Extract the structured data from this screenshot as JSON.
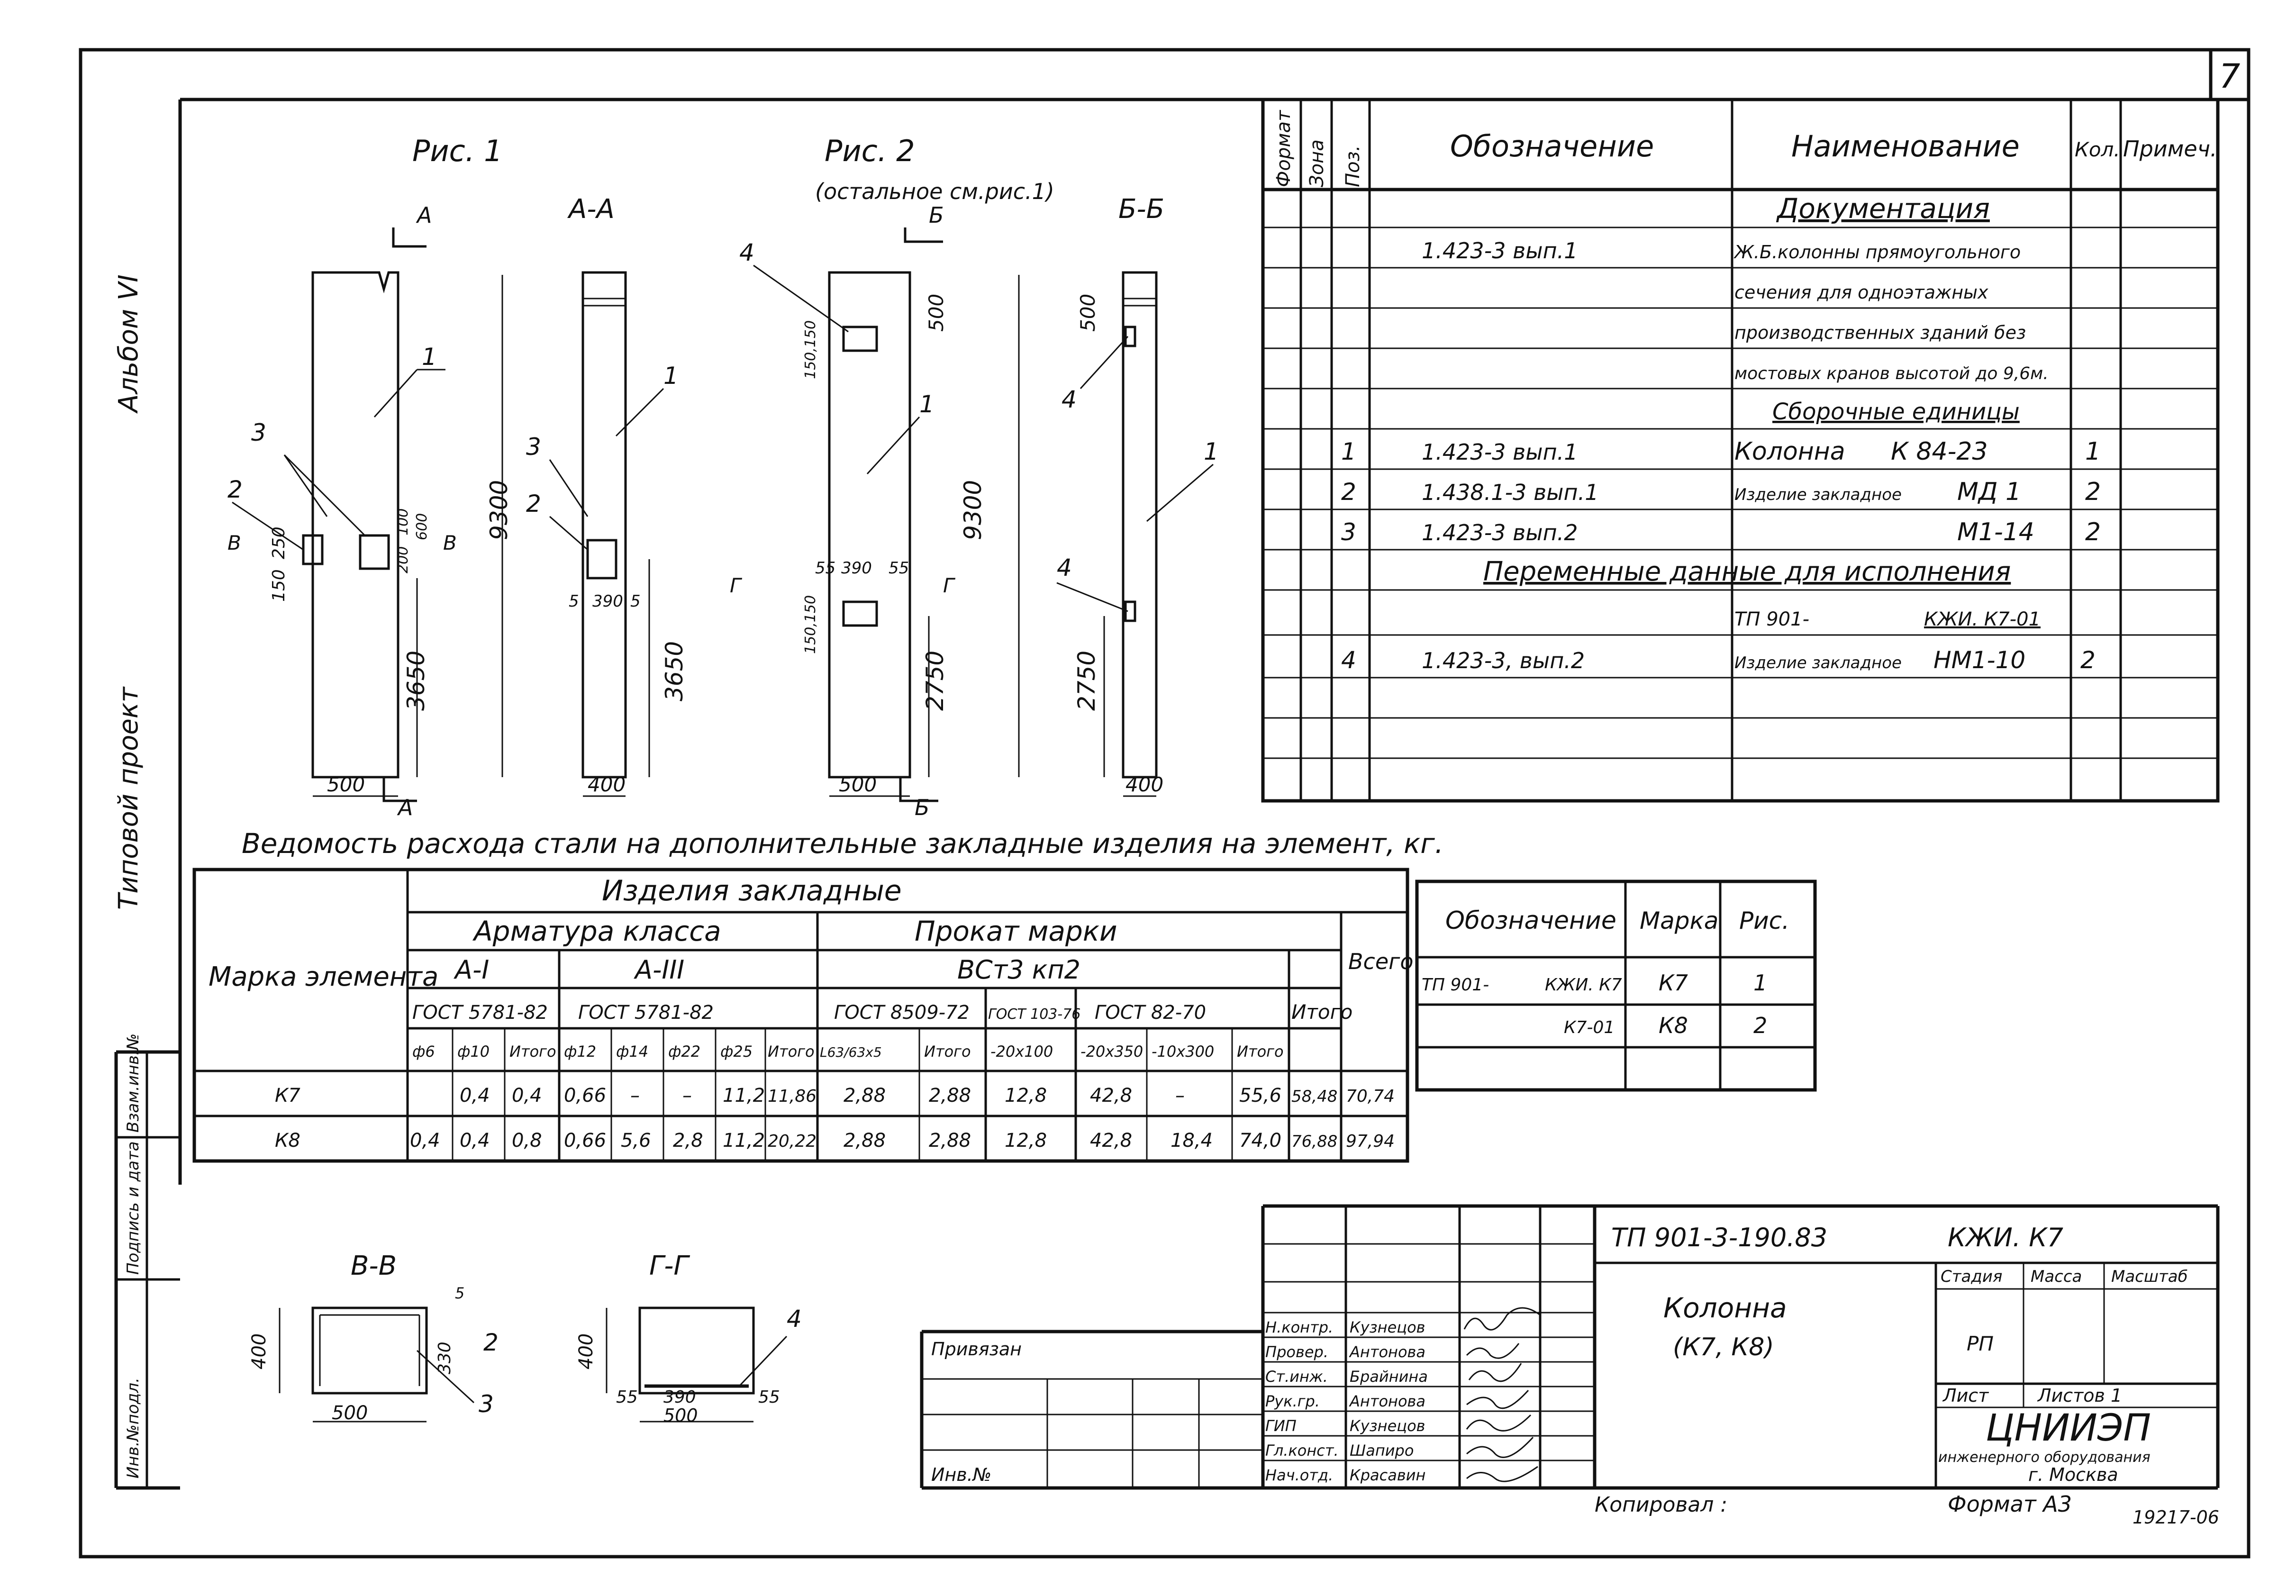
{
  "sheet_number": "7",
  "side_labels": {
    "album": "Альбом VI",
    "project": "Типовой проект",
    "inv_orig": "Инв.№подл.",
    "signature_date": "Подпись и дата",
    "replace_inv": "Взам.инв.№"
  },
  "figures": {
    "fig1": "Рис. 1",
    "fig2": "Рис. 2",
    "fig2_note": "(остальное см.рис.1)",
    "aa": "А-А",
    "bb": "Б-Б",
    "vv": "В-В",
    "gg": "Г-Г",
    "cut_a": "А",
    "cut_b": "Б",
    "cut_v": "В",
    "cut_g": "Г",
    "h9300": "9300",
    "h3650": "3650",
    "h2750": "2750",
    "w500": "500",
    "w400": "400",
    "d500": "500",
    "d150": "150",
    "d250": "250",
    "d100": "100",
    "d600": "600",
    "d200": "200",
    "d390": "390",
    "d5": "5",
    "d55": "55",
    "d330": "330",
    "d150_150": "150,150",
    "p1": "1",
    "p2": "2",
    "p3": "3",
    "p4": "4"
  },
  "spec_table": {
    "headers": [
      "Формат",
      "Зона",
      "Поз.",
      "Обозначение",
      "Наименование",
      "Кол.",
      "Примеч."
    ],
    "section_doc": "Документация",
    "doc_rows": [
      {
        "designation": "1.423-3   вып.1",
        "name": "Ж.Б.колонны прямоугольного"
      },
      {
        "designation": "",
        "name": "сечения для одноэтажных"
      },
      {
        "designation": "",
        "name": "производственных зданий без"
      },
      {
        "designation": "",
        "name": "мостовых кранов высотой до 9,6м."
      }
    ],
    "section_asm": "Сборочные единицы",
    "asm_rows": [
      {
        "pos": "1",
        "designation": "1.423-3  вып.1",
        "name": "Колонна",
        "mark": "К 84-23",
        "qty": "1"
      },
      {
        "pos": "2",
        "designation": "1.438.1-3  вып.1",
        "name": "Изделие закладное",
        "mark": "МД 1",
        "qty": "2"
      },
      {
        "pos": "3",
        "designation": "1.423-3  вып.2",
        "name": "",
        "mark": "М1-14",
        "qty": "2"
      }
    ],
    "section_var": "Переменные данные для исполнения",
    "var_header_left": "ТП 901-",
    "var_header_right": "КЖИ. К7-01",
    "var_rows": [
      {
        "pos": "4",
        "designation": "1.423-3, вып.2",
        "name": "Изделие закладное",
        "mark": "НМ1-10",
        "qty": "2"
      }
    ]
  },
  "steel_table": {
    "title": "Ведомость расхода стали на дополнительные закладные изделия на элемент, кг.",
    "h_items": "Изделия закладные",
    "h_element": "Марка элемента",
    "h_armature": "Арматура класса",
    "h_prokat": "Прокат марки",
    "h_total": "Всего",
    "h_ai": "А-I",
    "h_aiii": "А-III",
    "h_vst": "ВСт3 кп2",
    "h_itogo": "Итого",
    "h_gost1": "ГОСТ 5781-82",
    "h_gost2": "ГОСТ 5781-82",
    "h_gost3": "ГОСТ 8509-72",
    "h_gost4": "ГОСТ 103-76",
    "h_gost5": "ГОСТ 82-70",
    "cols": [
      "ф6",
      "ф10",
      "Итого",
      "ф12",
      "ф14",
      "ф22",
      "ф25",
      "Итого",
      "L63/63х5",
      "Итого",
      "-20х100",
      "-20х350",
      "-10х300",
      "Итого"
    ],
    "rows": [
      {
        "mark": "К7",
        "v": [
          "",
          "0,4",
          "0,4",
          "0,66",
          "–",
          "–",
          "11,2",
          "11,86",
          "2,88",
          "2,88",
          "12,8",
          "42,8",
          "–",
          "55,6",
          "58,48",
          "70,74"
        ]
      },
      {
        "mark": "К8",
        "v": [
          "0,4",
          "0,4",
          "0,8",
          "0,66",
          "5,6",
          "2,8",
          "11,2",
          "20,22",
          "2,88",
          "2,88",
          "12,8",
          "42,8",
          "18,4",
          "74,0",
          "76,88",
          "97,94"
        ]
      }
    ]
  },
  "variant_table": {
    "headers": [
      "Обозначение",
      "Марка",
      "Рис."
    ],
    "rows": [
      {
        "d1": "ТП 901-",
        "d2": "КЖИ. К7",
        "mark": "К7",
        "fig": "1"
      },
      {
        "d1": "",
        "d2": "К7-01",
        "mark": "К8",
        "fig": "2"
      }
    ]
  },
  "title_block": {
    "code": "ТП 901-3-190.83",
    "doc": "КЖИ. К7",
    "product": "Колонна",
    "product_sub": "(К7, К8)",
    "stage_h": "Стадия",
    "mass_h": "Масса",
    "scale_h": "Масштаб",
    "stage": "РП",
    "sheet_h": "Лист",
    "sheets_h": "Листов 1",
    "org": "ЦНИИЭП",
    "org_sub": "инженерного оборудования",
    "city": "г. Москва",
    "bound": "Привязан",
    "inv": "Инв.№",
    "copied": "Копировал :",
    "format": "Формат А3",
    "number": "19217-06",
    "signers": [
      {
        "role": "Н.контр.",
        "name": "Кузнецов"
      },
      {
        "role": "Провер.",
        "name": "Антонова"
      },
      {
        "role": "Ст.инж.",
        "name": "Брайнина"
      },
      {
        "role": "Рук.гр.",
        "name": "Антонова"
      },
      {
        "role": "ГИП",
        "name": "Кузнецов"
      },
      {
        "role": "Гл.конст.",
        "name": "Шапиро"
      },
      {
        "role": "Нач.отд.",
        "name": "Красавин"
      }
    ]
  }
}
